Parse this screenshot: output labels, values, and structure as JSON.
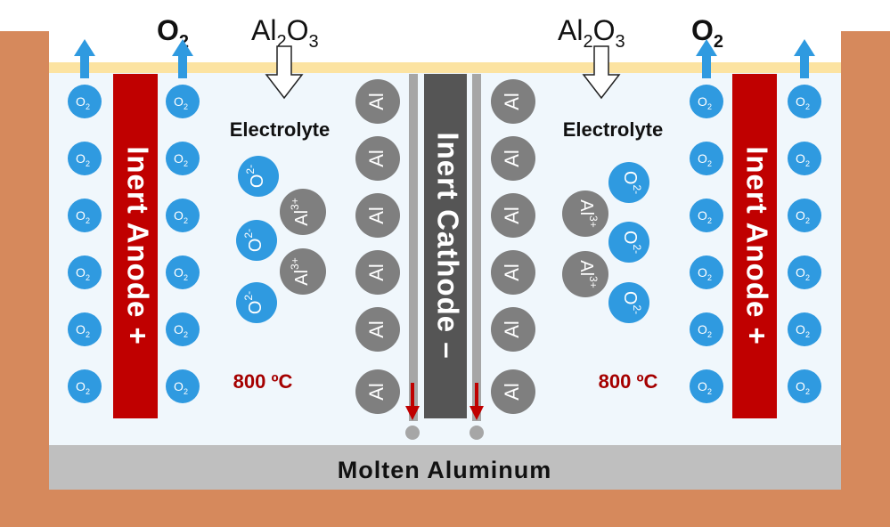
{
  "colors": {
    "vessel": "#d6895c",
    "electrolyte": "#f0f7fc",
    "crust": "#fce3a1",
    "molten_aluminum": "#bfbfbf",
    "anode": "#c00000",
    "cathode": "#555555",
    "ion_blue": "#2f9ae0",
    "ion_grey": "#7f7f7f",
    "arrow_blue": "#2f9ae0",
    "arrow_red": "#c00000",
    "temperature_text": "#a50000"
  },
  "labels": {
    "o2_out": "O",
    "o2_out_sub": "2",
    "alumina_in": "Al",
    "alumina_sub_1": "2",
    "alumina_o": "O",
    "alumina_sub_2": "3",
    "electrolyte": "Electrolyte",
    "anode": "Inert Anode +",
    "cathode": "Inert Cathode –",
    "temperature": "800 ºC",
    "molten": "Molten Aluminum"
  },
  "ions": {
    "o2_molecule": "O",
    "o2_molecule_sub": "2",
    "aluminum_atom": "Al",
    "oxide_ion": "O",
    "oxide_charge": "2-",
    "aluminum_ion": "Al",
    "aluminum_charge": "3+"
  }
}
